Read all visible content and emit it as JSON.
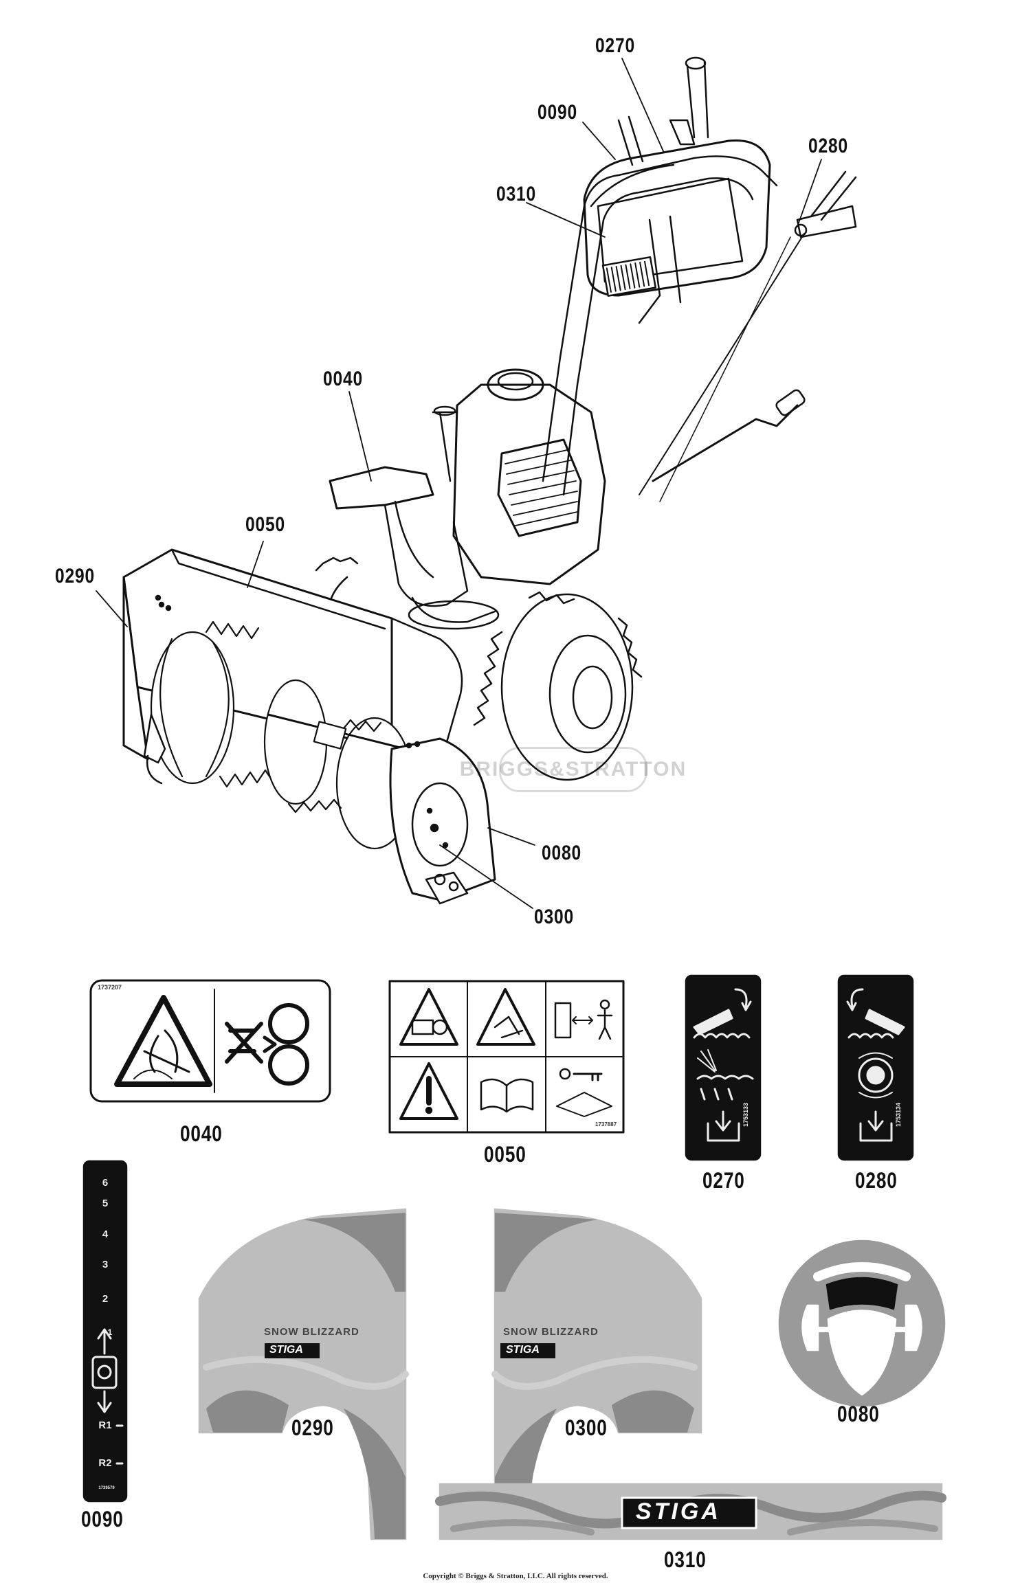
{
  "callouts": {
    "c0270": "0270",
    "c0090": "0090",
    "c0280": "0280",
    "c0310": "0310",
    "c0040": "0040",
    "c0050": "0050",
    "c0290": "0290",
    "c0080": "0080",
    "c0300": "0300"
  },
  "captions": {
    "d0040": "0040",
    "d0050": "0050",
    "d0270": "0270",
    "d0280": "0280",
    "d0090": "0090",
    "d0290": "0290",
    "d0300": "0300",
    "d0080": "0080",
    "d0310": "0310"
  },
  "decals": {
    "part_0040_number": "1737207",
    "part_0050_number": "1737887",
    "part_0270_number": "1753133",
    "part_0280_number": "1753134",
    "part_0090_gears": [
      "6",
      "5",
      "4",
      "3",
      "2",
      "1"
    ],
    "part_0090_reverse": [
      "R1",
      "R2"
    ],
    "part_0090_number": "1739579",
    "snow_blizzard_text": "SNOW BLIZZARD",
    "brand_text": "STIGA"
  },
  "watermark": "BRIGGS&STRATTON",
  "copyright": "Copyright © Briggs & Stratton, LLC. All rights reserved.",
  "colors": {
    "line": "#111111",
    "decal_gray": "#b5b5b5",
    "decal_dark": "#7a7a7a",
    "decal_black": "#111111"
  }
}
